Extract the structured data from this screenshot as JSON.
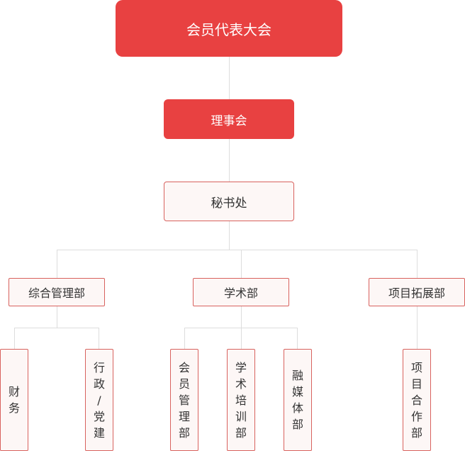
{
  "colors": {
    "accent": "#e84141",
    "border": "#d8625e",
    "box_bg": "#fdf7f6",
    "line": "#dddddd",
    "text": "#333333"
  },
  "nodes": {
    "assembly": "会员代表大会",
    "council": "理事会",
    "secretariat": "秘书处",
    "dept_general": "综合管理部",
    "dept_academic": "学术部",
    "dept_project": "项目拓展部",
    "unit_finance": "财务",
    "unit_admin": "行政/党建",
    "unit_member": "会员管理部",
    "unit_training": "学术培训部",
    "unit_media": "融媒体部",
    "unit_project_coop": "项目合作部"
  }
}
